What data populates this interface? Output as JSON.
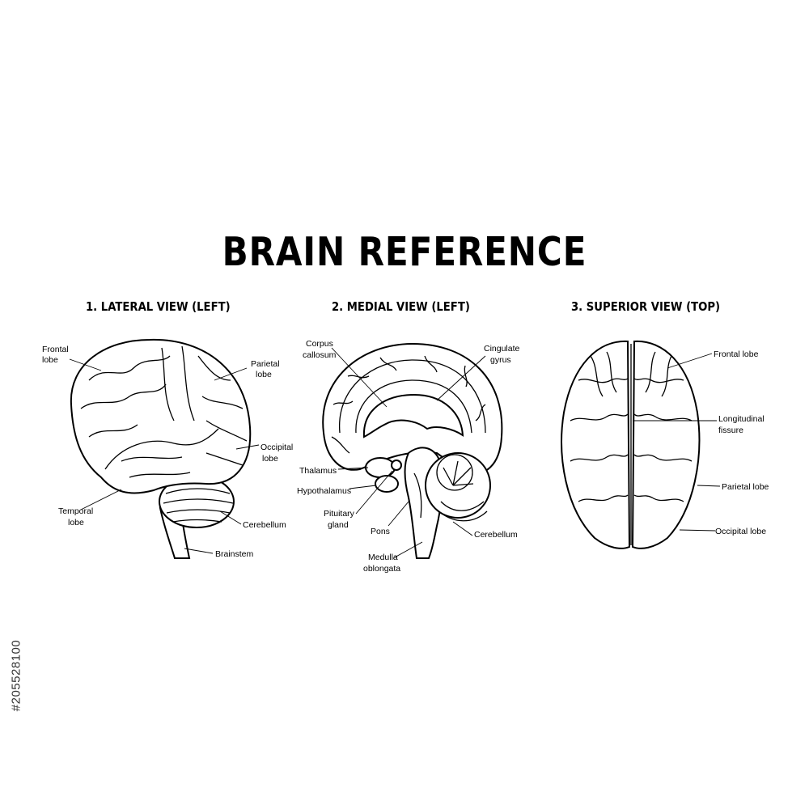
{
  "title": "BRAIN REFERENCE",
  "views": [
    {
      "heading": "1. LATERAL VIEW (LEFT)",
      "labels": {
        "frontal_lobe": [
          "Frontal",
          "lobe"
        ],
        "parietal_lobe": [
          "Parietal",
          "lobe"
        ],
        "occipital_lobe": [
          "Occipital",
          "lobe"
        ],
        "temporal_lobe": [
          "Temporal",
          "lobe"
        ],
        "cerebellum": [
          "Cerebellum"
        ],
        "brainstem": [
          "Brainstem"
        ]
      }
    },
    {
      "heading": "2. MEDIAL VIEW (LEFT)",
      "labels": {
        "corpus_callosum": [
          "Corpus",
          "callosum"
        ],
        "cingulate_gyrus": [
          "Cingulate",
          "gyrus"
        ],
        "thalamus": [
          "Thalamus"
        ],
        "hypothalamus": [
          "Hypothalamus"
        ],
        "pituitary_gland": [
          "Pituitary",
          "gland"
        ],
        "pons": [
          "Pons"
        ],
        "cerebellum": [
          "Cerebellum"
        ],
        "medulla_oblongata": [
          "Medulla",
          "oblongata"
        ]
      }
    },
    {
      "heading": "3. SUPERIOR VIEW (TOP)",
      "labels": {
        "frontal_lobe": [
          "Frontal lobe"
        ],
        "longitudinal_fissure": [
          "Longitudinal",
          "fissure"
        ],
        "parietal_lobe": [
          "Parietal lobe"
        ],
        "occipital_lobe": [
          "Occipital lobe"
        ]
      }
    }
  ],
  "watermark": {
    "image_id": "#205528100"
  }
}
